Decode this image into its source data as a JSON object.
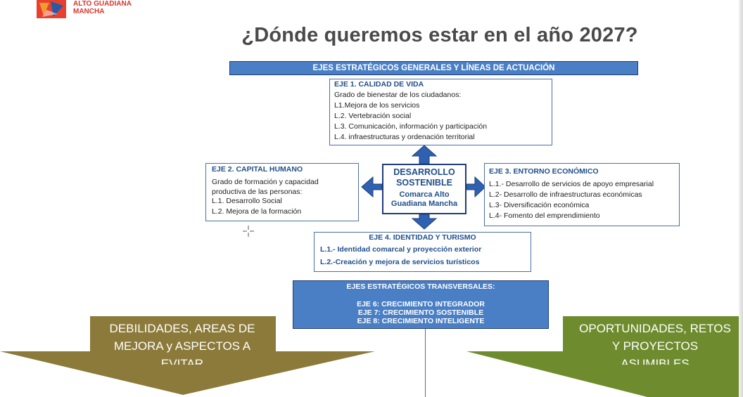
{
  "logo": {
    "line1": "ALTO GUADIANA",
    "line2": "MANCHA"
  },
  "title": "¿Dónde queremos estar en el año 2027?",
  "banner": "EJES ESTRATÉGICOS GENERALES Y LÍNEAS DE ACTUACIÓN",
  "center": {
    "title1": "DESARROLLO",
    "title2": "SOSTENIBLE",
    "sub1": "Comarca Alto",
    "sub2": "Guadiana Mancha"
  },
  "eje1": {
    "title": "EJE 1. CALIDAD DE VIDA",
    "intro": "Grado de bienestar de los ciudadanos:",
    "lines": [
      "L1.Mejora de los servicios",
      "L.2. Vertebración social",
      "L.3. Comunicación, información y participación",
      "L.4. infraestructuras y ordenación territorial"
    ]
  },
  "eje2": {
    "title": "EJE 2. CAPITAL HUMANO",
    "intro1": "Grado de formación y capacidad",
    "intro2": "productiva de las personas:",
    "lines": [
      "L.1. Desarrollo Social",
      "L.2. Mejora de la formación"
    ]
  },
  "eje3": {
    "title": "EJE 3. ENTORNO ECONÓMICO",
    "lines": [
      "L.1.- Desarrollo de servicios de apoyo empresarial",
      "L.2- Desarrollo de infraestructuras económicas",
      "L.3- Diversificación económica",
      "L.4- Fomento del emprendimiento"
    ]
  },
  "eje4": {
    "title": "EJE 4. IDENTIDAD Y TURISMO",
    "lines": [
      "L.1.- Identidad comarcal y proyección exterior",
      "L.2.-Creación y mejora de servicios turísticos"
    ]
  },
  "transversales": {
    "head": "EJES ESTRATÉGICOS TRANSVERSALES:",
    "lines": [
      "EJE 6: CRECIMIENTO INTEGRADOR",
      "EJE 7: CRECIMIENTO SOSTENIBLE",
      "EJE 8: CRECIMIENTO INTELIGENTE"
    ]
  },
  "left_arrow": {
    "line1": "DEBILIDADES, AREAS DE",
    "line2": "MEJORA y ASPECTOS A",
    "line3": "EVITAR"
  },
  "right_arrow": {
    "line1": "OPORTUNIDADES, RETOS",
    "line2": "Y PROYECTOS",
    "line3": "ASUMIBLES"
  },
  "colors": {
    "banner_blue": "#4a7fc5",
    "dark_blue": "#1f3c7a",
    "olive": "#8b7a3a",
    "green": "#6e8c2e"
  }
}
